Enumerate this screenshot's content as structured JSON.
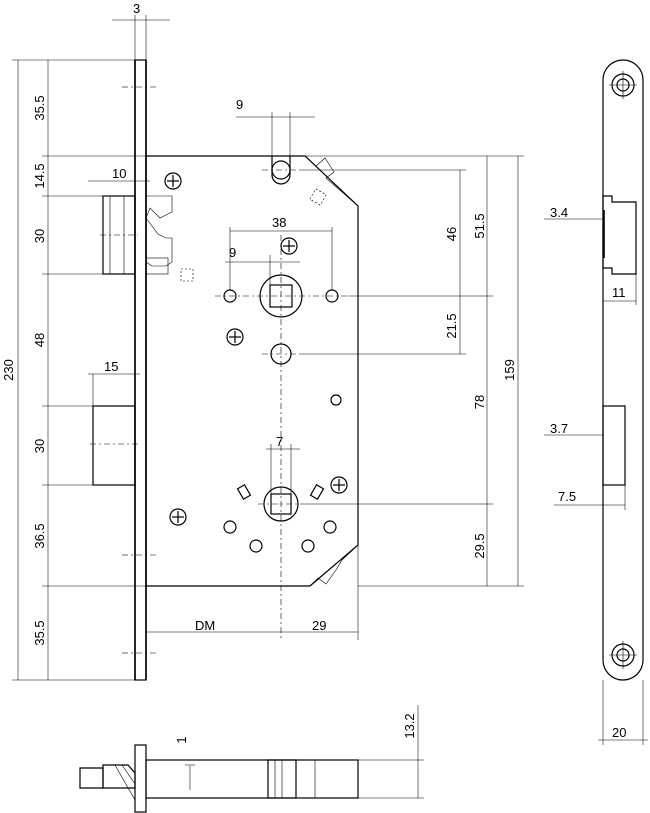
{
  "dimensions": {
    "forend_thickness": "3",
    "top_offset": "35.5",
    "follower_offset": "14.5",
    "latch_projection": "10",
    "latch_height": "30",
    "latch_to_bolt": "48",
    "bolt_projection": "15",
    "bolt_height": "30",
    "bolt_offset": "36.5",
    "bottom_offset": "35.5",
    "total_height": "230",
    "case_height": "159",
    "cylinder_hole_width": "9",
    "spindle_hole_spacing": "38",
    "spindle_fixing_hole_width": "9",
    "follower_to_top": "46",
    "spindle_to_top": "51.5",
    "spindle_to_screw": "21.5",
    "spindle_to_cylinder": "78",
    "cylinder_to_bottom": "29.5",
    "cylinder_square": "7",
    "backset": "DM",
    "cylinder_to_back": "29",
    "striker_depth": "3.4",
    "striker_latch_width": "11",
    "striker_bolt_depth": "3.7",
    "striker_bolt_width": "7.5",
    "faceplate_width": "20",
    "bottom_thickness": "13.2",
    "bottom_offset_small": "1"
  }
}
